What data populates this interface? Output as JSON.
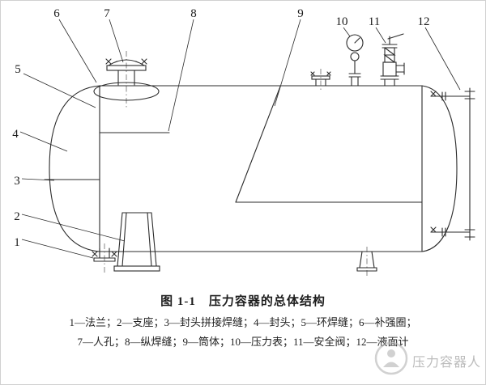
{
  "figure": {
    "caption": "图 1-1　压力容器的总体结构",
    "legend_line1": "1—法兰；2—支座；3—封头拼接焊缝；4—封头；5—环焊缝；6—补强圈；",
    "legend_line2": "7—人孔；8—纵焊缝；9—筒体；10—压力表；11—安全阀；12—液面计"
  },
  "callouts": [
    {
      "num": "1",
      "part": "法兰"
    },
    {
      "num": "2",
      "part": "支座"
    },
    {
      "num": "3",
      "part": "封头拼接焊缝"
    },
    {
      "num": "4",
      "part": "封头"
    },
    {
      "num": "5",
      "part": "环焊缝"
    },
    {
      "num": "6",
      "part": "补强圈"
    },
    {
      "num": "7",
      "part": "人孔"
    },
    {
      "num": "8",
      "part": "纵焊缝"
    },
    {
      "num": "9",
      "part": "筒体"
    },
    {
      "num": "10",
      "part": "压力表"
    },
    {
      "num": "11",
      "part": "安全阀"
    },
    {
      "num": "12",
      "part": "液面计"
    }
  ],
  "watermark": {
    "text": "压力容器人"
  },
  "colors": {
    "line": "#2b2b2b",
    "text": "#1e1e1e",
    "watermark": "#8f8f8f",
    "page_background": "#ffffff"
  }
}
